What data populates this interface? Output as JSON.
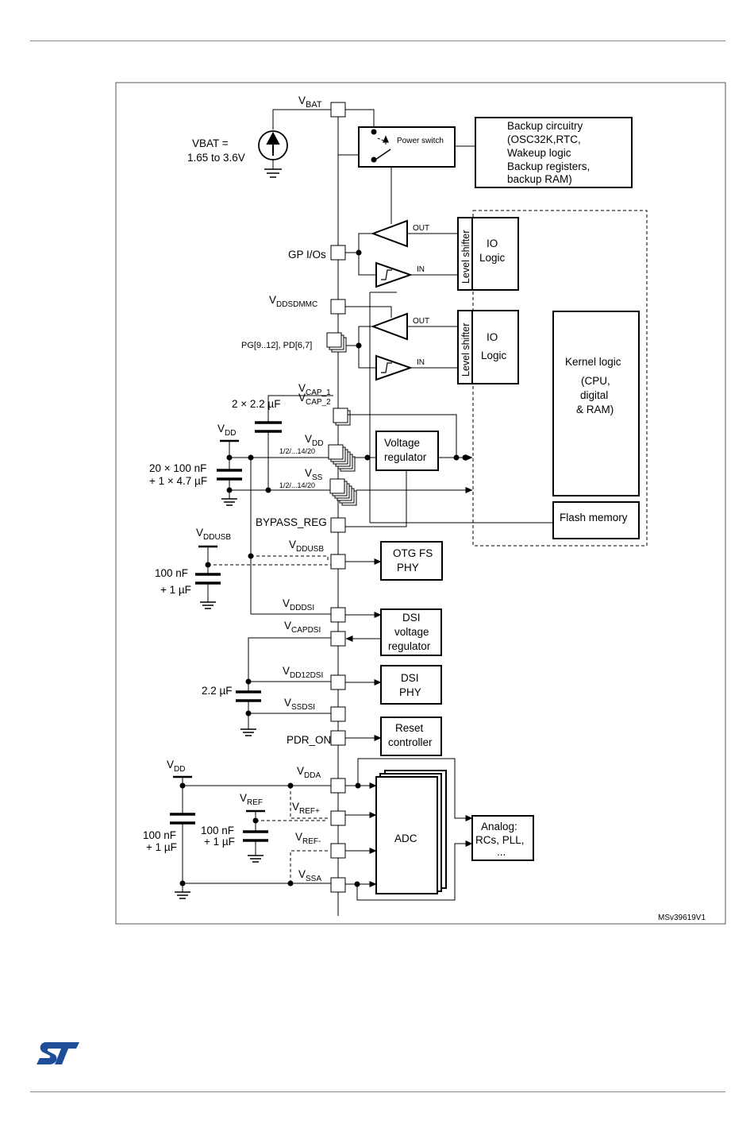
{
  "diagram_id": "MSv39619V1",
  "source": {
    "vbat_value": "VBAT =",
    "vbat_range": "1.65 to 3.6V"
  },
  "pins": {
    "vbat": {
      "main": "V",
      "sub": "BAT"
    },
    "gpio": {
      "main": "GP I/Os",
      "sub": ""
    },
    "vddsdmmc": {
      "main": "V",
      "sub": "DDSDMMC"
    },
    "pg_pd": {
      "main": "PG[9..12], PD[6,7]",
      "sub": ""
    },
    "vcap1": {
      "main": "V",
      "sub": "CAP_1"
    },
    "vcap2": {
      "main": "V",
      "sub": "CAP_2"
    },
    "vdd_group": {
      "main": "V",
      "sub": "DD",
      "note": "1/2/...14/20"
    },
    "vss_group": {
      "main": "V",
      "sub": "SS",
      "note": "1/2/...14/20"
    },
    "bypass_reg": {
      "main": "BYPASS_REG",
      "sub": ""
    },
    "vddusb": {
      "main": "V",
      "sub": "DDUSB"
    },
    "vdddsi": {
      "main": "V",
      "sub": "DDDSI"
    },
    "vcapdsi": {
      "main": "V",
      "sub": "CAPDSI"
    },
    "vdd12dsi": {
      "main": "V",
      "sub": "DD12DSI"
    },
    "vssdsi": {
      "main": "V",
      "sub": "SSDSI"
    },
    "pdr_on": {
      "main": "PDR_ON",
      "sub": ""
    },
    "vdda": {
      "main": "V",
      "sub": "DDA"
    },
    "vrefp": {
      "main": "V",
      "sub": "REF+"
    },
    "vrefm": {
      "main": "V",
      "sub": "REF-"
    },
    "vssa": {
      "main": "V",
      "sub": "SSA"
    }
  },
  "external": {
    "cap_2x22": "2 × 2.2 µF",
    "vdd_top": {
      "main": "V",
      "sub": "DD"
    },
    "cap_20x100": "20 × 100 nF",
    "cap_47": "+ 1 × 4.7 µF",
    "vddusb_src": {
      "main": "V",
      "sub": "DDUSB"
    },
    "cap_100nf_usb": "100 nF",
    "cap_1uf_usb": "+ 1 µF",
    "cap_22_dsi": "2.2 µF",
    "vdd_bottom": {
      "main": "V",
      "sub": "DD"
    },
    "vref_src": {
      "main": "V",
      "sub": "REF"
    },
    "cap_100nf_a": "100 nF",
    "cap_1uf_a": "+ 1 µF",
    "cap_100nf_ref": "100 nF",
    "cap_1uf_ref": "+ 1 µF"
  },
  "blocks": {
    "power_switch": "Power switch",
    "backup": [
      "Backup circuitry",
      "(OSC32K,RTC,",
      "Wakeup logic",
      "Backup registers,",
      "backup RAM)"
    ],
    "level_shifter": "Level shifter",
    "io_logic": [
      "IO",
      "Logic"
    ],
    "out": "OUT",
    "in": "IN",
    "kernel": [
      "Kernel logic",
      "(CPU,",
      "digital",
      "& RAM)"
    ],
    "voltage_regulator": [
      "Voltage",
      "regulator"
    ],
    "flash": "Flash memory",
    "otg": [
      "OTG FS",
      "PHY"
    ],
    "dsi_reg": [
      "DSI",
      "voltage",
      "regulator"
    ],
    "dsi_phy": [
      "DSI",
      "PHY"
    ],
    "reset": [
      "Reset",
      "controller"
    ],
    "adc": "ADC",
    "analog": [
      "Analog:",
      "RCs, PLL,",
      "..."
    ]
  },
  "colors": {
    "line": "#000000",
    "frame": "#555555",
    "logo": "#1f4e99"
  }
}
